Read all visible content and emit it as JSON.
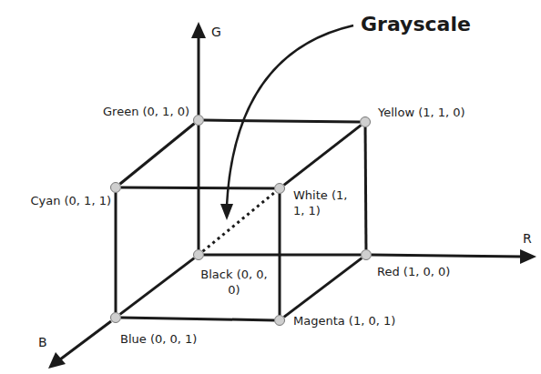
{
  "diagram": {
    "nodes": [
      {
        "text": [
          "Green (0, 1, 0)"
        ]
      },
      {
        "text": [
          "Yellow (1, 1, 0)"
        ]
      },
      {
        "text": [
          "Cyan (0, 1, 1)"
        ]
      },
      {
        "text": [
          "White (1, 1, 1)"
        ]
      },
      {
        "text": [
          "Black (0, 0, 0)"
        ]
      },
      {
        "text": [
          "Red (1, 0, 0)"
        ]
      },
      {
        "text": [
          "Blue (0, 0, 1)"
        ]
      },
      {
        "text": [
          "Magenta (1, 0, 1)"
        ]
      }
    ],
    "edges": [
      {
        "from": 0,
        "to": 1,
        "arrow": "none"
      },
      {
        "from": 0,
        "to": 2,
        "arrow": "none"
      },
      {
        "from": 0,
        "to": 4,
        "arrow": "none"
      },
      {
        "from": 1,
        "to": 3,
        "arrow": "none"
      },
      {
        "from": 1,
        "to": 5,
        "arrow": "none"
      },
      {
        "from": 2,
        "to": 3,
        "arrow": "none"
      },
      {
        "from": 2,
        "to": 6,
        "arrow": "none"
      },
      {
        "from": 3,
        "to": 7,
        "arrow": "none"
      },
      {
        "from": 4,
        "to": 5,
        "arrow": "none"
      },
      {
        "from": 4,
        "to": 6,
        "arrow": "none"
      },
      {
        "from": 5,
        "to": 7,
        "arrow": "none"
      },
      {
        "from": 6,
        "to": 7,
        "arrow": "none"
      },
      {
        "from": 4,
        "to": 3,
        "arrow": "none"
      }
    ],
    "labels": [
      "G",
      "R",
      "B",
      "Grayscale"
    ]
  }
}
